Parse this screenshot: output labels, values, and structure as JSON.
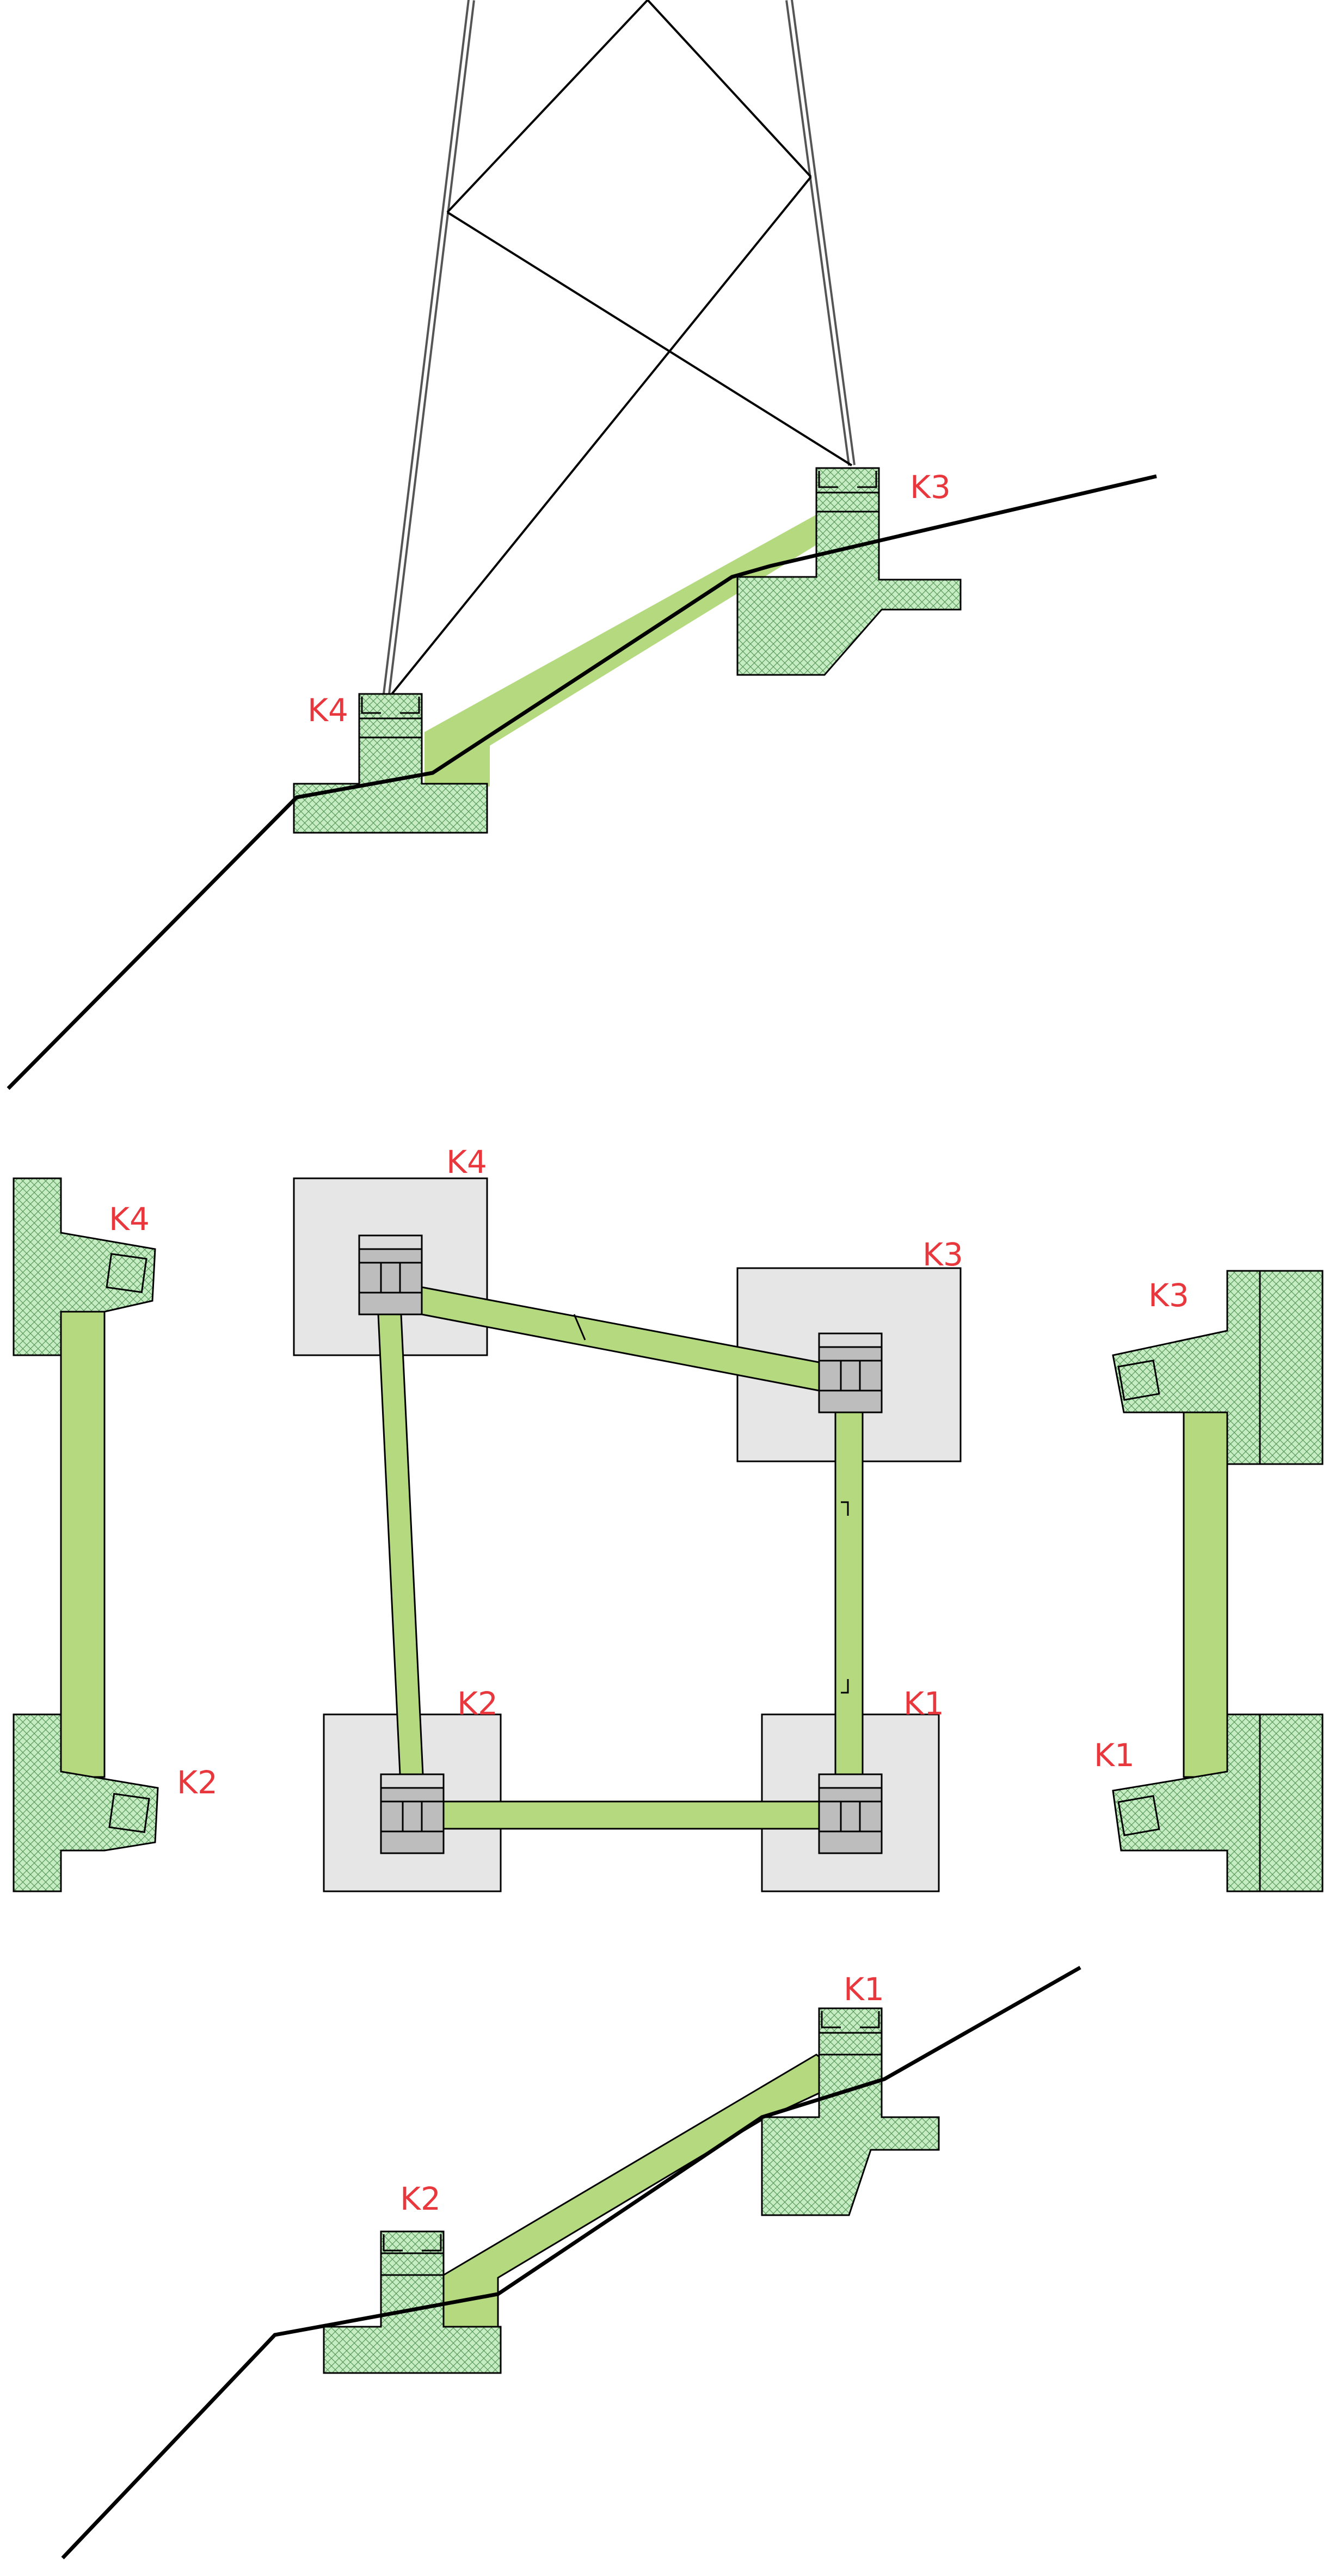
{
  "labels": {
    "elevation_top": {
      "k3": "K3",
      "k4": "K4"
    },
    "plan": {
      "k1": "K1",
      "k2": "K2",
      "k3": "K3",
      "k4": "K4"
    },
    "side_left": {
      "k4": "K4",
      "k2": "K2"
    },
    "side_right": {
      "k3": "K3",
      "k1": "K1"
    },
    "elevation_bottom": {
      "k1": "K1",
      "k2": "K2"
    }
  },
  "colors": {
    "footing_fill": "#c6ecc4",
    "beam_fill": "#b5d97e",
    "pad_fill": "#e6e6e6",
    "pier_fill": "#bdbdbd",
    "label": "#e8383d",
    "line": "#000000",
    "tower": "#555555"
  }
}
